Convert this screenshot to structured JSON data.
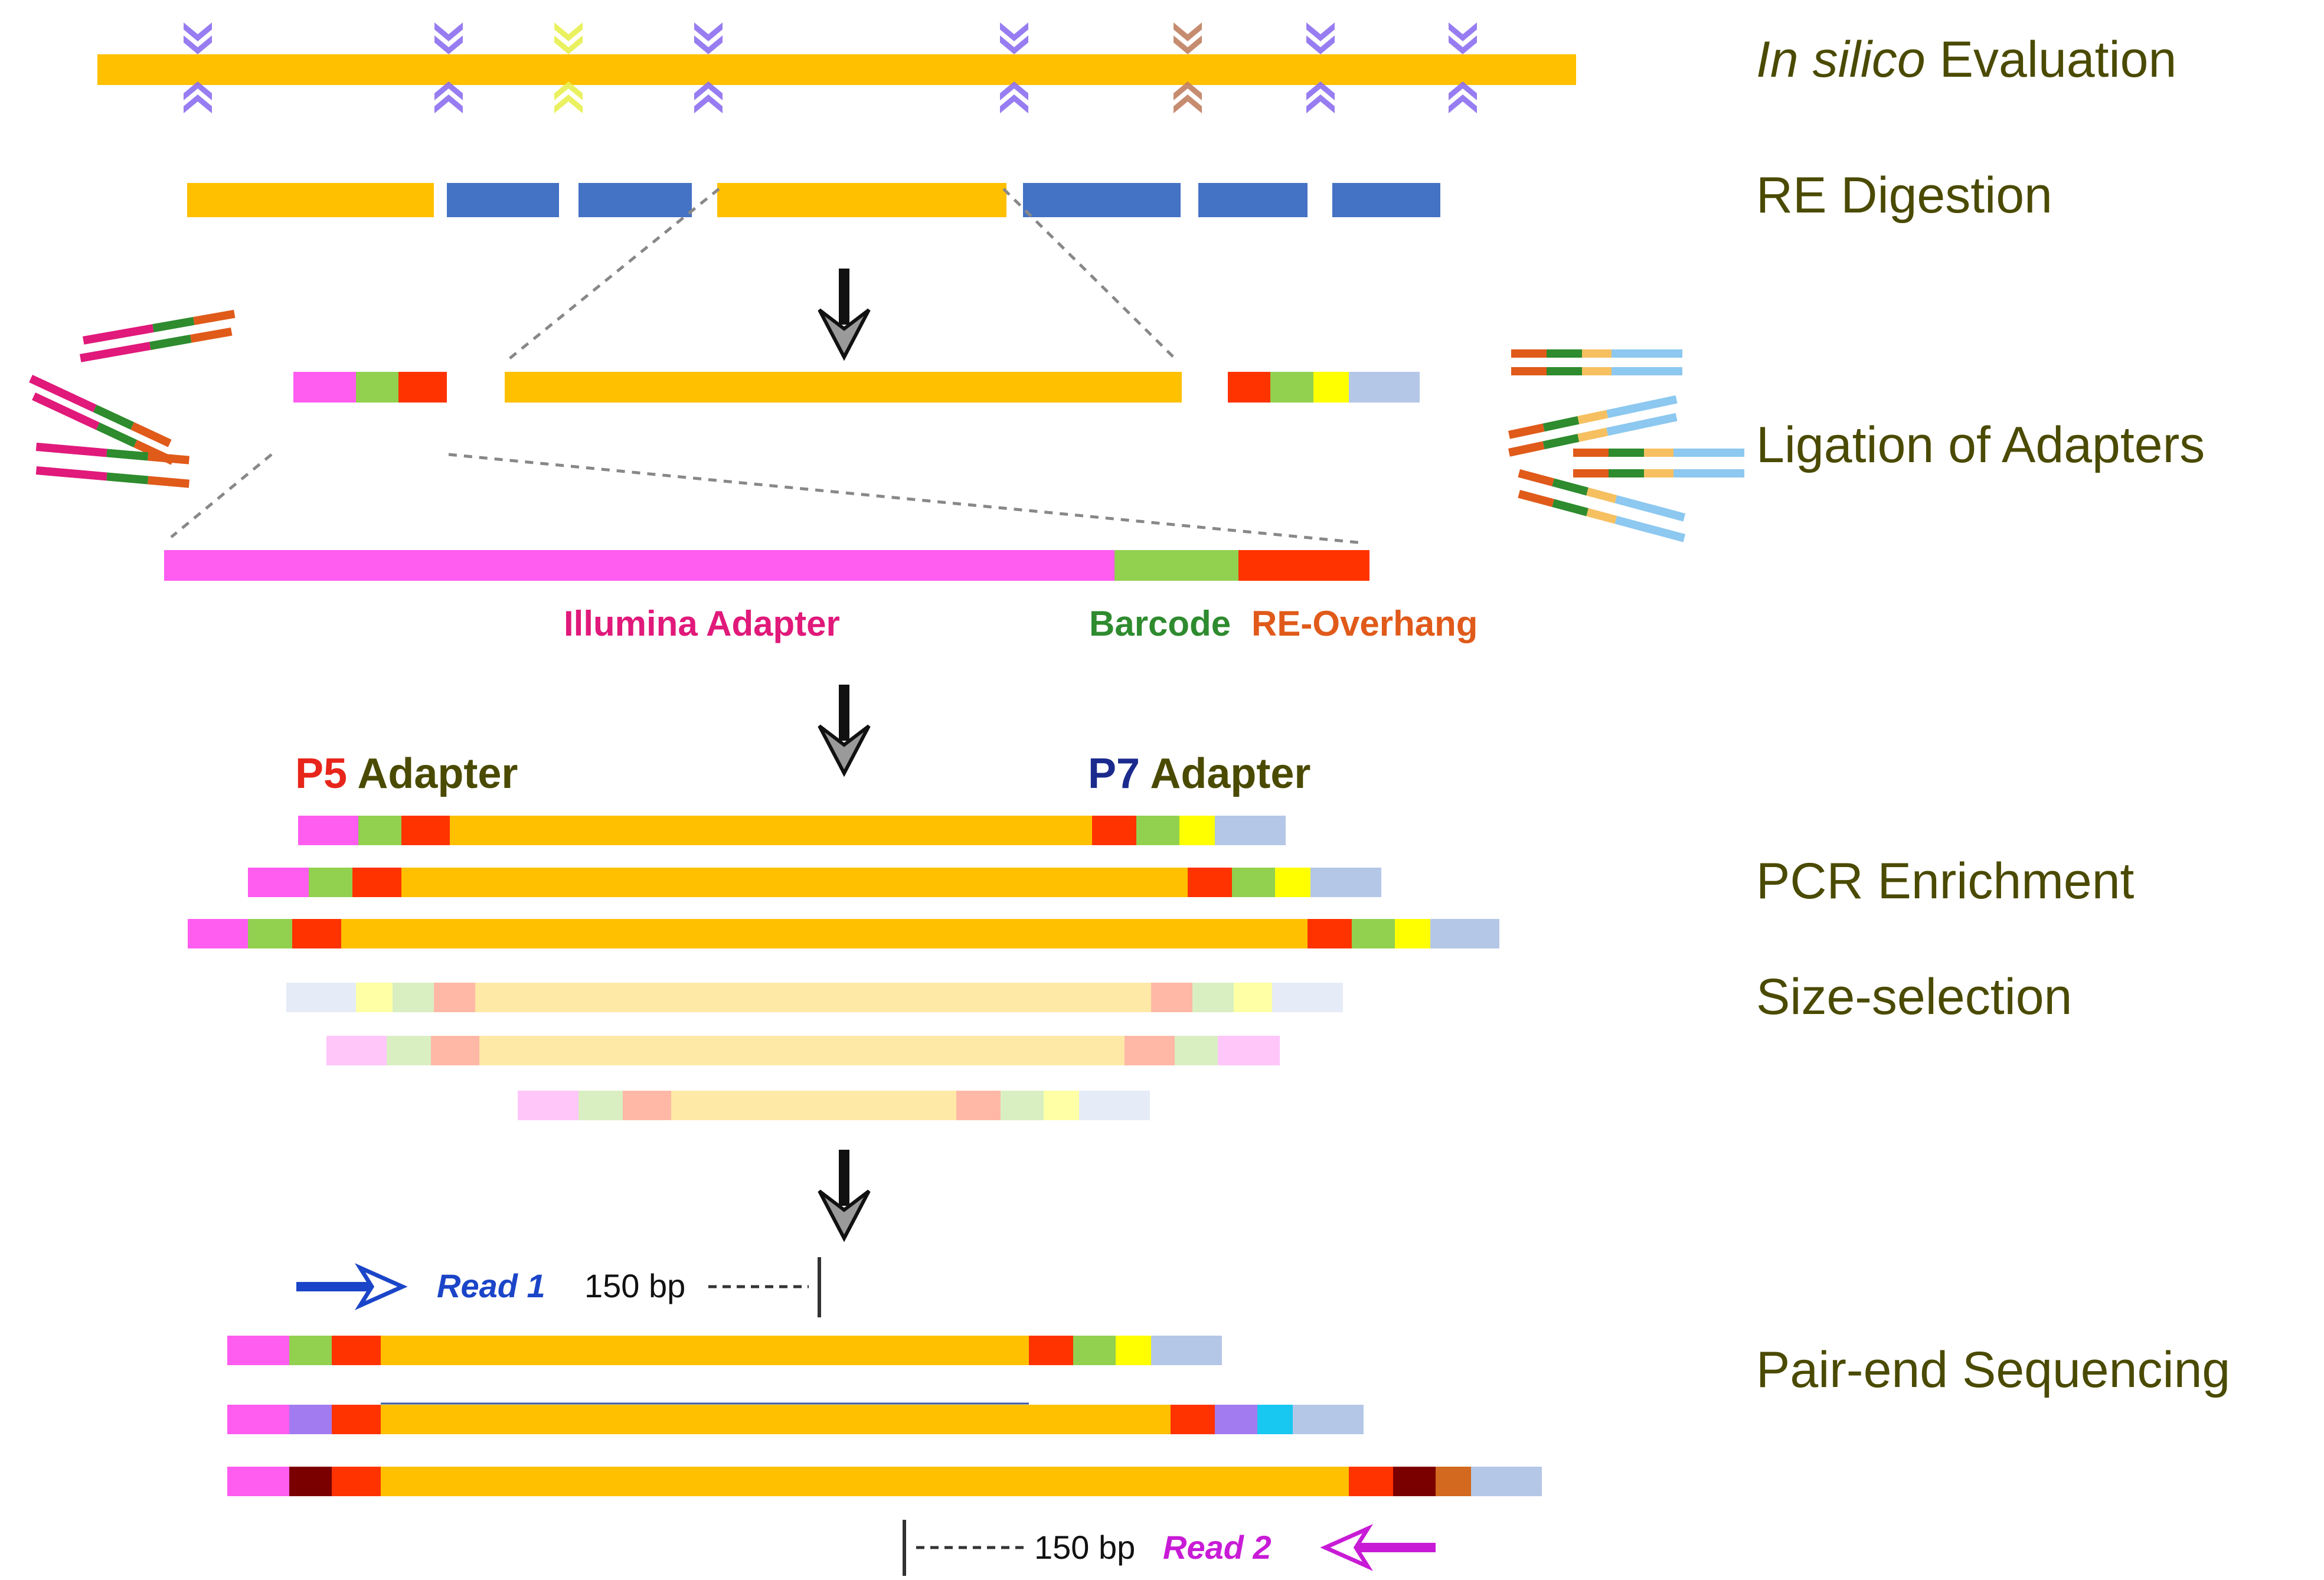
{
  "colors": {
    "genome": "#FFC000",
    "fragment_blue": "#4472C4",
    "illumina": "#FF5CF0",
    "illumina_dark": "#E0197A",
    "barcode": "#92D050",
    "barcode_dark": "#2E8B2E",
    "overhang": "#FF3300",
    "overhang_dark": "#E05A1A",
    "p7_yellow": "#FFFF00",
    "p7_lightblue": "#B4C7E7",
    "strand_lightblue": "#8CC8F0",
    "site_purple": "#8C6FF0",
    "site_yellow": "#E8F050",
    "site_brown": "#C08060",
    "arrow_dark": "#111111",
    "label_olive": "#4A4A00",
    "p5_red": "#E8251B",
    "p7_navy": "#1B2A8C",
    "read1_blue": "#1B45C8",
    "read2_magenta": "#C81BD6",
    "purple_barcode": "#A37BF0",
    "cyan_barcode": "#19C8F0",
    "maroon_barcode": "#7A0000",
    "orange_barcode": "#D2691E"
  },
  "steps": {
    "insilico_italic": "In silico",
    "insilico_rest": " Evaluation",
    "re_digestion": "RE Digestion",
    "ligation": "Ligation of Adapters",
    "pcr": "PCR Enrichment",
    "size_selection": "Size-selection",
    "sequencing": "Pair-end Sequencing"
  },
  "adapter_parts": {
    "illumina": "Illumina Adapter",
    "barcode": "Barcode",
    "overhang": "RE-Overhang"
  },
  "adapters": {
    "p5": "P5",
    "p7": "P7",
    "word": " Adapter"
  },
  "reads": {
    "read1": "Read 1",
    "read2": "Read 2",
    "length": "150 bp"
  },
  "icons": {
    "cut_site": "restriction-site-icon",
    "flow_arrow": "down-arrow-icon",
    "read_arrow": "read-arrow-icon"
  }
}
